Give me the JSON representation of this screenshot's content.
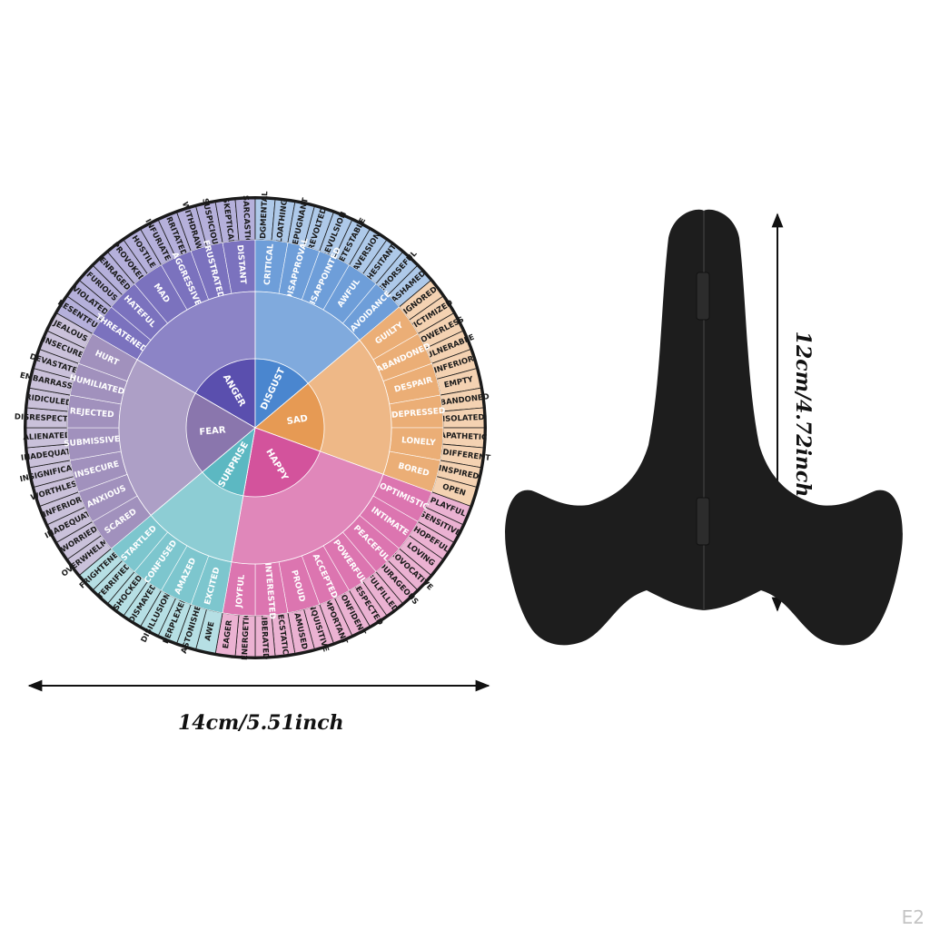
{
  "product": {
    "wheel": {
      "core": [
        {
          "label": "ANGER",
          "color": "#5a4fae"
        },
        {
          "label": "DISGUST",
          "color": "#4a86cf"
        },
        {
          "label": "SAD",
          "color": "#e69a54"
        },
        {
          "label": "HAPPY",
          "color": "#d3539c"
        },
        {
          "label": "SURPRISE",
          "color": "#5cb8c2"
        },
        {
          "label": "FEAR",
          "color": "#8a76ad"
        }
      ],
      "middle": [
        {
          "group": 0,
          "label": "THREATENED"
        },
        {
          "group": 0,
          "label": "HATEFUL"
        },
        {
          "group": 0,
          "label": "MAD"
        },
        {
          "group": 0,
          "label": "AGGRESSIVE"
        },
        {
          "group": 0,
          "label": "FRUSTRATED"
        },
        {
          "group": 0,
          "label": "DISTANT"
        },
        {
          "group": 1,
          "label": "CRITICAL"
        },
        {
          "group": 1,
          "label": "DISAPPROVAL"
        },
        {
          "group": 1,
          "label": "DISAPPOINTED"
        },
        {
          "group": 1,
          "label": "AWFUL"
        },
        {
          "group": 1,
          "label": "AVOIDANCE"
        },
        {
          "group": 2,
          "label": "GUILTY"
        },
        {
          "group": 2,
          "label": "ABANDONED"
        },
        {
          "group": 2,
          "label": "DESPAIR"
        },
        {
          "group": 2,
          "label": "DEPRESSED"
        },
        {
          "group": 2,
          "label": "LONELY"
        },
        {
          "group": 2,
          "label": "BORED"
        },
        {
          "group": 3,
          "label": "OPTIMISTIC"
        },
        {
          "group": 3,
          "label": "INTIMATE"
        },
        {
          "group": 3,
          "label": "PEACEFUL"
        },
        {
          "group": 3,
          "label": "POWERFUL"
        },
        {
          "group": 3,
          "label": "ACCEPTED"
        },
        {
          "group": 3,
          "label": "PROUD"
        },
        {
          "group": 3,
          "label": "INTERESTED"
        },
        {
          "group": 3,
          "label": "JOYFUL"
        },
        {
          "group": 4,
          "label": "EXCITED"
        },
        {
          "group": 4,
          "label": "AMAZED"
        },
        {
          "group": 4,
          "label": "CONFUSED"
        },
        {
          "group": 4,
          "label": "STARTLED"
        },
        {
          "group": 5,
          "label": "SCARED"
        },
        {
          "group": 5,
          "label": "ANXIOUS"
        },
        {
          "group": 5,
          "label": "INSECURE"
        },
        {
          "group": 5,
          "label": "SUBMISSIVE"
        },
        {
          "group": 5,
          "label": "REJECTED"
        },
        {
          "group": 5,
          "label": "HUMILIATED"
        },
        {
          "group": 5,
          "label": "HURT"
        }
      ],
      "outer": [
        "RESENTFUL",
        "VIOLATED",
        "FURIOUS",
        "ENRAGED",
        "PROVOKED",
        "HOSTILE",
        "INFURIATED",
        "IRRITATED",
        "WITHDRAWN",
        "SUSPICIOUS",
        "SKEPTICAL",
        "SARCASTIC",
        "JUDGMENTAL",
        "LOATHING",
        "REPUGNANT",
        "REVOLTED",
        "REVULSION",
        "DETESTABLE",
        "AVERSION",
        "HESITANT",
        "REMORSEFUL",
        "ASHAMED",
        "IGNORED",
        "VICTIMIZED",
        "POWERLESS",
        "VULNERABLE",
        "INFERIOR",
        "EMPTY",
        "ABANDONED",
        "ISOLATED",
        "APATHETIC",
        "INDIFFERENT",
        "INSPIRED",
        "OPEN",
        "PLAYFUL",
        "SENSITIVE",
        "HOPEFUL",
        "LOVING",
        "PROVOCATIVE",
        "COURAGEOUS",
        "FULFILLED",
        "RESPECTED",
        "CONFIDENT",
        "IMPORTANT",
        "INQUISITIVE",
        "AMUSED",
        "ECSTATIC",
        "LIBERATED",
        "ENERGETIC",
        "EAGER",
        "AWE",
        "ASTONISHED",
        "PERPLEXED",
        "DISILLUSIONED",
        "DISMAYED",
        "SHOCKED",
        "TERRIFIED",
        "FRIGHTENED",
        "OVERWHELMED",
        "WORRIED",
        "INADEQUATE",
        "INFERIOR",
        "WORTHLESS",
        "INSIGNIFICANT",
        "INADEQUATE",
        "ALIENATED",
        "DISRESPECTED",
        "RIDICULED",
        "EMBARRASSED",
        "DEVASTATED",
        "INSECURE",
        "JEALOUS"
      ]
    },
    "stand_color": "#1d1d1d"
  },
  "dimensions": {
    "width_label": "14cm/5.51inch",
    "height_label": "12cm/4.72inch"
  },
  "watermark": "E2"
}
